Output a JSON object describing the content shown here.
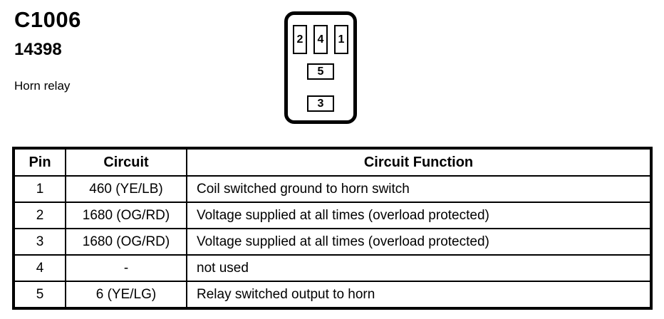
{
  "page": {
    "connector_id": "C1006",
    "part_number": "14398",
    "description": "Horn relay"
  },
  "connector": {
    "top_row_pins": [
      "2",
      "4",
      "1"
    ],
    "middle_pin": "5",
    "bottom_pin": "3"
  },
  "table": {
    "headers": [
      "Pin",
      "Circuit",
      "Circuit Function"
    ],
    "rows": [
      {
        "pin": "1",
        "circuit": "460 (YE/LB)",
        "function": "Coil switched ground to horn switch"
      },
      {
        "pin": "2",
        "circuit": "1680 (OG/RD)",
        "function": "Voltage supplied at all times (overload protected)"
      },
      {
        "pin": "3",
        "circuit": "1680 (OG/RD)",
        "function": "Voltage supplied at all times (overload protected)"
      },
      {
        "pin": "4",
        "circuit": "-",
        "function": "not used"
      },
      {
        "pin": "5",
        "circuit": "6 (YE/LG)",
        "function": "Relay switched output to horn"
      }
    ]
  },
  "colors": {
    "ink": "#000000",
    "background": "#ffffff"
  }
}
